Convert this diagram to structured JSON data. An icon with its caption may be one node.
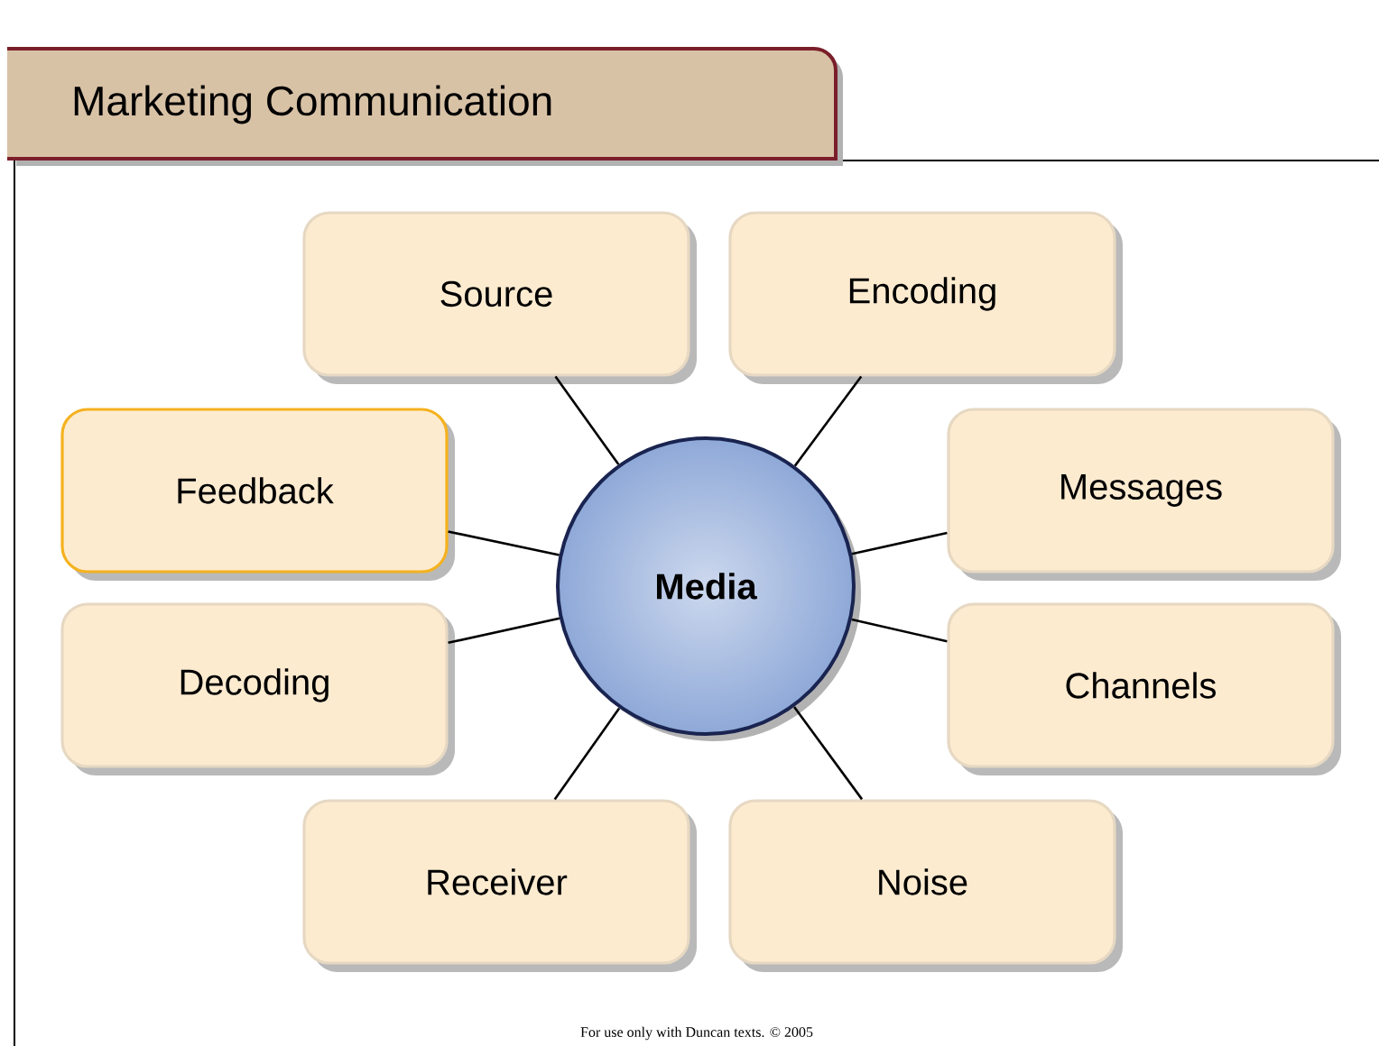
{
  "diagram": {
    "title": "Marketing Communication",
    "nodes": [
      {
        "text": [
          "Source"
        ]
      },
      {
        "text": [
          "Encoding"
        ]
      },
      {
        "text": [
          "Feedback"
        ]
      },
      {
        "text": [
          "Media"
        ]
      },
      {
        "text": [
          "Messages"
        ]
      },
      {
        "text": [
          "Decoding"
        ]
      },
      {
        "text": [
          "Channels"
        ]
      },
      {
        "text": [
          "Receiver"
        ]
      },
      {
        "text": [
          "Noise"
        ]
      }
    ],
    "edges": [
      {
        "from": 3,
        "to": 0,
        "arrow": "none"
      },
      {
        "from": 3,
        "to": 1,
        "arrow": "none"
      },
      {
        "from": 3,
        "to": 2,
        "arrow": "none"
      },
      {
        "from": 3,
        "to": 4,
        "arrow": "none"
      },
      {
        "from": 3,
        "to": 5,
        "arrow": "none"
      },
      {
        "from": 3,
        "to": 6,
        "arrow": "none"
      },
      {
        "from": 3,
        "to": 7,
        "arrow": "none"
      },
      {
        "from": 3,
        "to": 8,
        "arrow": "none"
      }
    ],
    "labels": [
      "For use only with Duncan texts. © 2005"
    ]
  }
}
